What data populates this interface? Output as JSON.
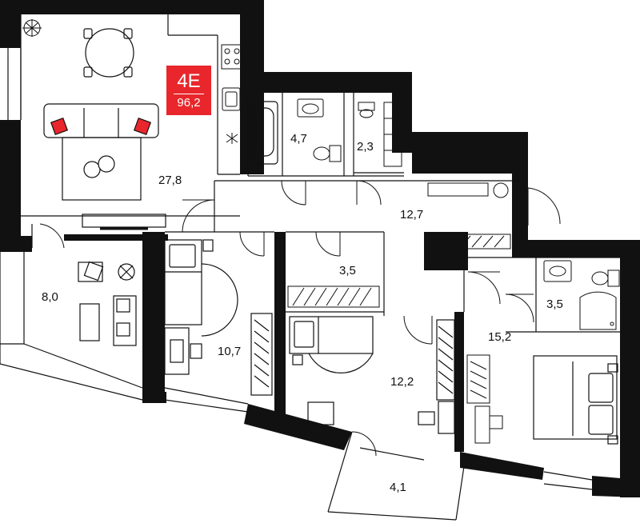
{
  "apartment": {
    "type": "4E",
    "total_area": "96,2",
    "accent_color": "#e8262b"
  },
  "rooms": [
    {
      "name": "living-room",
      "area": "27,8"
    },
    {
      "name": "bathroom",
      "area": "4,7"
    },
    {
      "name": "toilet",
      "area": "2,3"
    },
    {
      "name": "hallway",
      "area": "12,7"
    },
    {
      "name": "storage",
      "area": "3,5"
    },
    {
      "name": "study",
      "area": "8,0"
    },
    {
      "name": "bedroom-left",
      "area": "10,7"
    },
    {
      "name": "bedroom-middle",
      "area": "12,2"
    },
    {
      "name": "bedroom-master",
      "area": "15,2"
    },
    {
      "name": "ensuite",
      "area": "3,5"
    },
    {
      "name": "balcony",
      "area": "4,1"
    }
  ],
  "icons": [
    "plant-icon",
    "dining-table-icon",
    "sofa-icon",
    "stove-icon",
    "sink-icon",
    "bathtub-icon",
    "toilet-icon",
    "wardrobe-icon",
    "bed-icon",
    "desk-icon",
    "shower-icon",
    "tv-icon"
  ]
}
